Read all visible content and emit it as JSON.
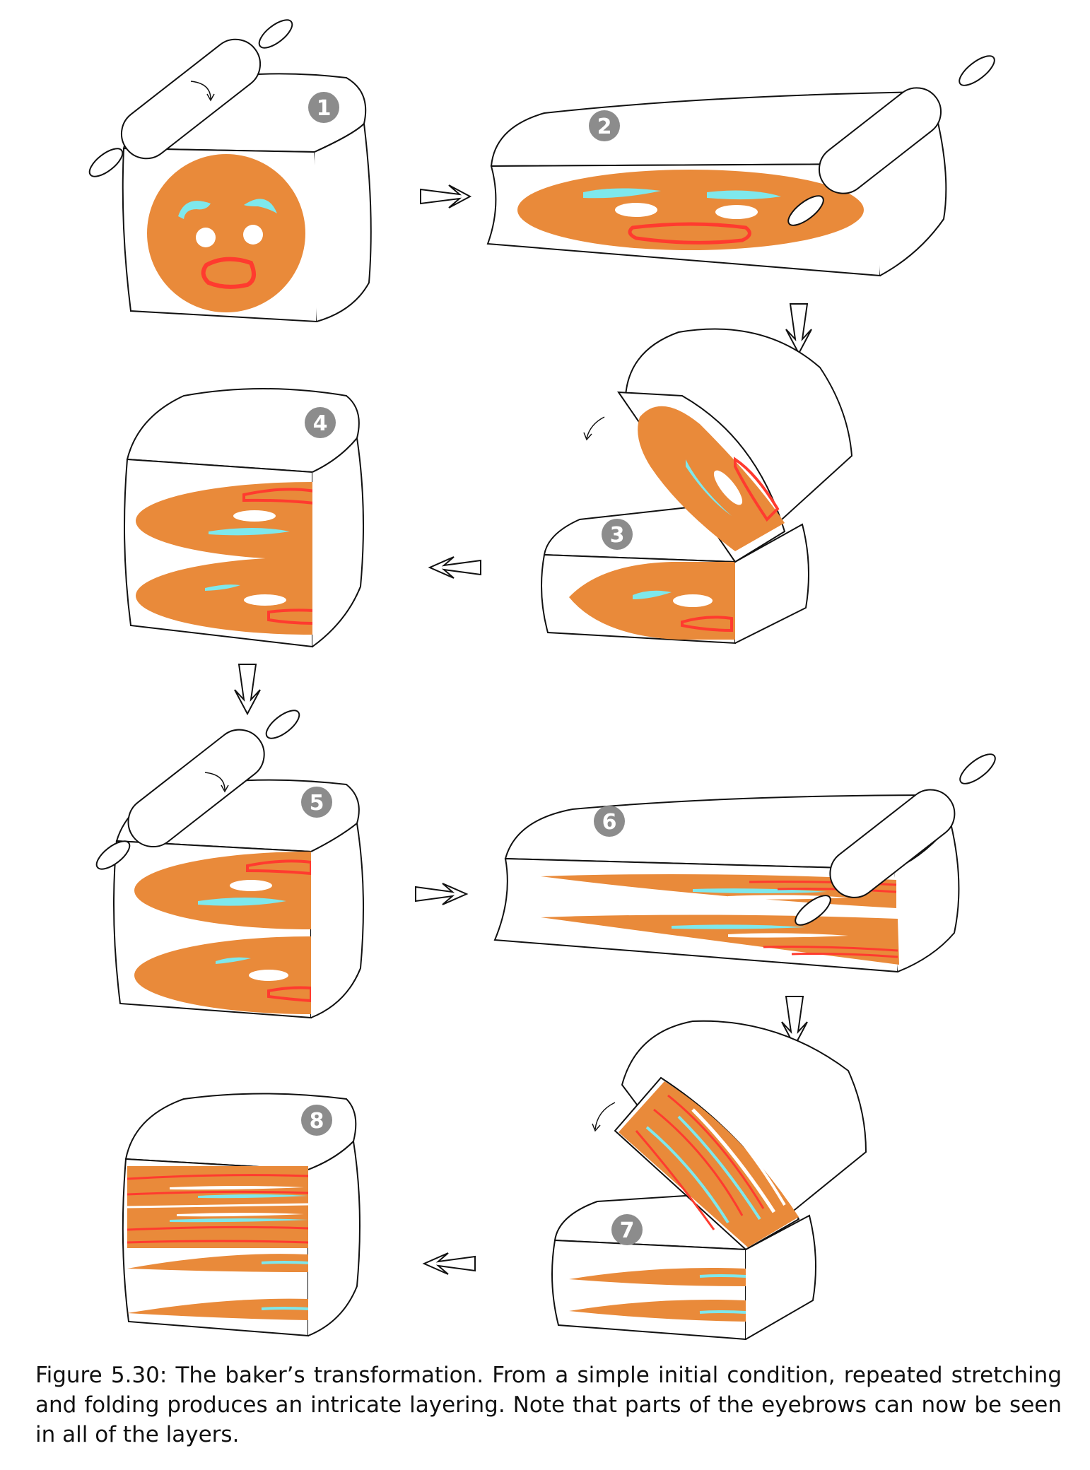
{
  "figure": {
    "caption": "Figure 5.30: The baker’s transformation. From a simple initial condition, repeated stretching and folding produces an intricate layering. Note that parts of the eyebrows can now be seen in all of the layers.",
    "steps": [
      "1",
      "2",
      "3",
      "4",
      "5",
      "6",
      "7",
      "8"
    ]
  },
  "colors": {
    "dough_fill": "#ffffff",
    "outline": "#111111",
    "gingerbread": "#E98A3A",
    "icing_eyebrow": "#7EE8EC",
    "icing_eye": "#ffffff",
    "mouth": "#FF3B2F",
    "badge": "#8C8C8C"
  },
  "icons": {
    "rolling_pin": "rolling-pin-icon",
    "arrow": "hollow-double-arrow-icon",
    "rotation": "curved-arrow-icon"
  }
}
